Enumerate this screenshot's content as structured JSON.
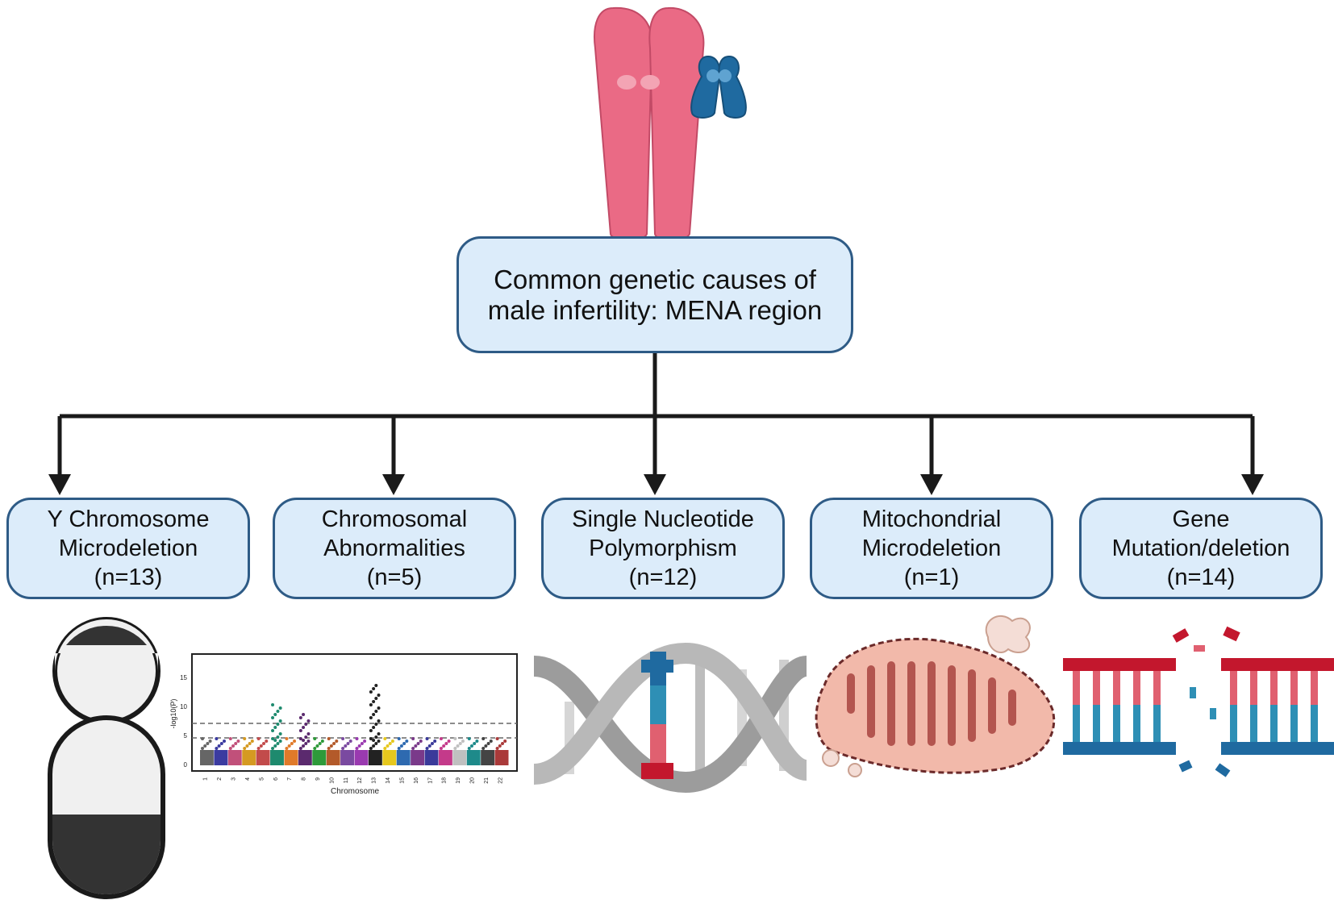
{
  "root": {
    "label": "Common genetic causes of male infertility: MENA region"
  },
  "categories": [
    {
      "label": "Y Chromosome\nMicrodeletion",
      "count": "(n=13)"
    },
    {
      "label": "Chromosomal\nAbnormalities",
      "count": "(n=5)"
    },
    {
      "label": "Single Nucleotide\nPolymorphism",
      "count": "(n=12)"
    },
    {
      "label": "Mitochondrial\nMicrodeletion",
      "count": "(n=1)"
    },
    {
      "label": "Gene\nMutation/deletion",
      "count": "(n=14)"
    }
  ],
  "manhattan": {
    "xlabel": "Chromosome",
    "ylabel": "-log10(P)",
    "yticks": [
      "0",
      "5",
      "10",
      "15"
    ],
    "xticks": [
      "1",
      "2",
      "3",
      "4",
      "5",
      "6",
      "7",
      "8",
      "9",
      "10",
      "11",
      "12",
      "13",
      "14",
      "15",
      "16",
      "17",
      "18",
      "19",
      "20",
      "21",
      "22"
    ]
  },
  "colors": {
    "box_fill": "#dcecfa",
    "box_border": "#2e5b86",
    "x_chromosome": "#ea6a85",
    "y_chromosome": "#1f6aa0",
    "connector": "#1a1a1a"
  }
}
